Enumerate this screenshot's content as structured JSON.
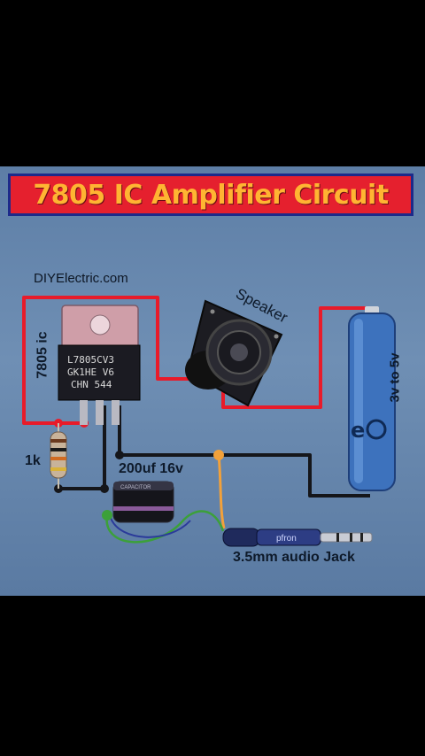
{
  "title": "7805 IC Amplifier Circuit",
  "website": "DIYElectric.com",
  "labels": {
    "speaker": "Speaker",
    "ic": "7805 ic",
    "battery": "3v to 5v",
    "resistor": "1k",
    "capacitor": "200uf 16v",
    "jack": "3.5mm audio Jack"
  },
  "chip_marking": [
    "L7805CV3",
    "GK1HE V6",
    "CHN 544"
  ],
  "capacitor_marking": "CAPACITOR",
  "jack_brand": "pfron",
  "colors": {
    "title_bg": "#e5202e",
    "title_text": "#ffb432",
    "wire_red": "#e81b2a",
    "wire_black": "#15161a",
    "wire_orange": "#f2a13a",
    "wire_green": "#3ca03a"
  }
}
